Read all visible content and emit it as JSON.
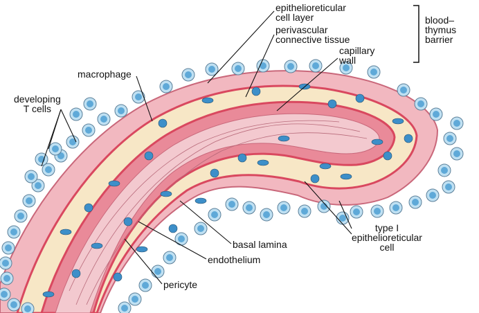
{
  "labels": {
    "epithelioreticular_cell_layer": "epithelioreticular\ncell layer",
    "perivascular_connective_tissue": "perivascular\nconnective tissue",
    "capillary_wall": "capillary\nwall",
    "blood_thymus_barrier": "blood–\nthymus\nbarrier",
    "macrophage": "macrophage",
    "developing_t_cells": "developing\nT cells",
    "type_i_epithelioreticular_cell": "type I\nepithelioreticular\ncell",
    "basal_lamina": "basal lamina",
    "endothelium": "endothelium",
    "pericyte": "pericyte"
  },
  "colors": {
    "lumen": "#f3c9cf",
    "endothelium": "#e98a99",
    "basal_lamina": "#d9485f",
    "perivascular": "#f7e7c6",
    "epithelial": "#f2b8c0",
    "epithelial_edge": "#c9677a",
    "t_cell_fill": "#5fa9d8",
    "t_cell_ring": "#bfe0f2",
    "nucleus": "#3d8fc9",
    "line": "#111111"
  }
}
